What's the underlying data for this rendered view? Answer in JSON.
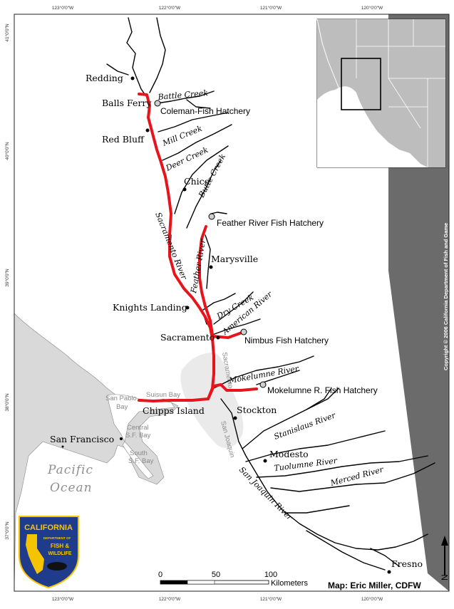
{
  "map": {
    "coordinates": {
      "longitudes": [
        "123°0'0\"W",
        "122°0'0\"W",
        "121°0'0\"W",
        "120°0'0\"W"
      ],
      "latitudes": [
        "41°0'0\"N",
        "40°0'0\"N",
        "39°0'0\"N",
        "38°0'0\"N",
        "37°0'0\"N"
      ]
    },
    "cities": {
      "redding": "Redding",
      "balls_ferry": "Balls Ferry",
      "red_bluff": "Red Bluff",
      "chico": "Chico",
      "marysville": "Marysville",
      "knights_landing": "Knights Landing",
      "sacramento": "Sacramento",
      "chipps_island": "Chipps Island",
      "stockton": "Stockton",
      "san_francisco": "San Francisco",
      "modesto": "Modesto",
      "fresno": "Fresno"
    },
    "hatcheries": {
      "coleman": "Coleman-Fish Hatchery",
      "feather": "Feather River Fish Hatchery",
      "nimbus": "Nimbus Fish Hatchery",
      "mokelumne": "Mokelumne R. Fish Hatchery"
    },
    "rivers": {
      "battle_creek": "Battle Creek",
      "mill_creek": "Mill Creek",
      "deer_creek": "Deer Creek",
      "butte_creek": "Butte Creek",
      "sacramento_river": "Sacramento River",
      "feather_river": "Feather River",
      "dry_creek": "Dry Creek",
      "american_river": "American River",
      "mokelumne_river": "Mokelumne River",
      "stanislaus_river": "Stanislaus River",
      "tuolumne_river": "Tuolumne River",
      "merced_river": "Merced River",
      "san_joaquin_river": "San Joaquin River"
    },
    "water_bodies": {
      "san_pablo_bay_1": "San Pablo",
      "san_pablo_bay_2": "Bay",
      "suisun_bay": "Suisun Bay",
      "central_sf_bay_1": "Central",
      "central_sf_bay_2": "S.F. Bay",
      "south_sf_bay_1": "South",
      "south_sf_bay_2": "S.F. Bay",
      "pacific_1": "Pacific",
      "pacific_2": "Ocean",
      "delta_sacramento": "Sacramento",
      "delta_san_joaquin": "San Joaquin"
    },
    "scale_bar": {
      "tick_0": "0",
      "tick_50": "50",
      "tick_100": "100",
      "unit": "Kilometers"
    },
    "north_arrow": "N",
    "credit": "Map: Eric Miller, CDFW",
    "copyright": "Copyright © 2006 California Department of Fish and Game",
    "logo": {
      "line1": "CALIFORNIA",
      "line2": "DEPARTMENT OF",
      "line3": "FISH &",
      "line4": "WILDLIFE"
    },
    "colors": {
      "route": "#e8141b",
      "land_gray": "#d9d9d9",
      "delta_gray": "#eaeaea",
      "nevada_gray": "#6b6b6b",
      "logo_blue": "#1f3c8c",
      "logo_gold": "#f5c400"
    }
  }
}
